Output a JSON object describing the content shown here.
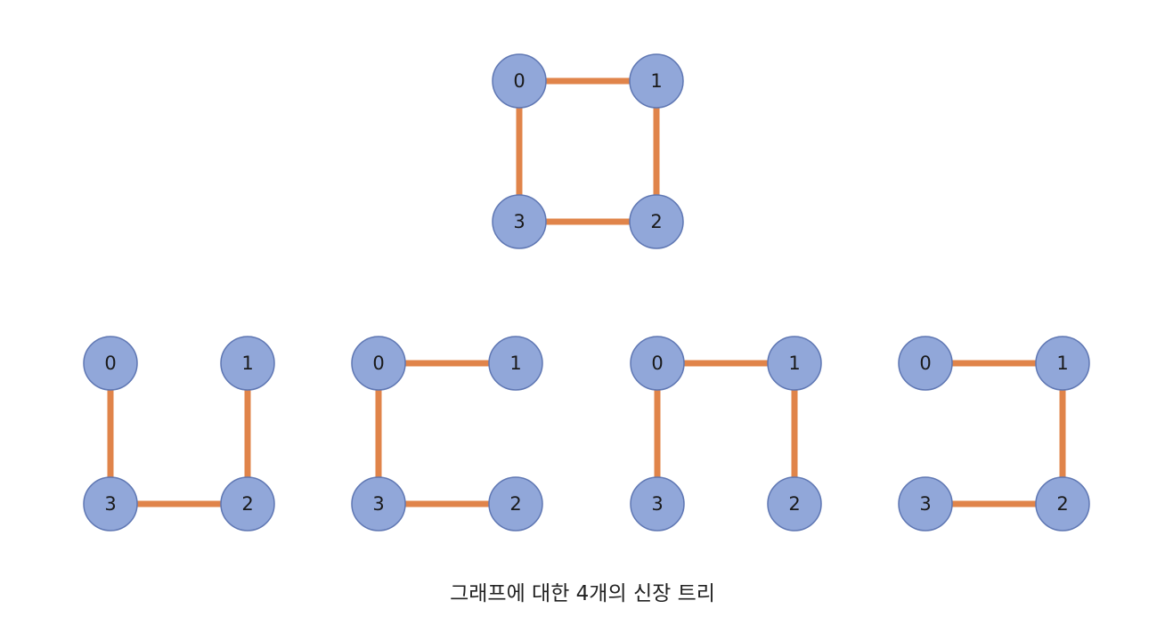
{
  "caption": "그래프에 대한 4개의 신장 트리",
  "colors": {
    "edge": "#E0844A",
    "node_fill": "#91A7D9",
    "node_stroke": "#5F77B3",
    "label": "#1a1a1a"
  },
  "graphs": [
    {
      "id": "original-graph",
      "nodes": [
        "0",
        "1",
        "2",
        "3"
      ],
      "edges": [
        [
          "0",
          "1"
        ],
        [
          "1",
          "2"
        ],
        [
          "2",
          "3"
        ],
        [
          "3",
          "0"
        ]
      ]
    },
    {
      "id": "spanning-tree-1",
      "nodes": [
        "0",
        "1",
        "2",
        "3"
      ],
      "edges": [
        [
          "0",
          "3"
        ],
        [
          "3",
          "2"
        ],
        [
          "2",
          "1"
        ]
      ]
    },
    {
      "id": "spanning-tree-2",
      "nodes": [
        "0",
        "1",
        "2",
        "3"
      ],
      "edges": [
        [
          "0",
          "1"
        ],
        [
          "0",
          "3"
        ],
        [
          "3",
          "2"
        ]
      ]
    },
    {
      "id": "spanning-tree-3",
      "nodes": [
        "0",
        "1",
        "2",
        "3"
      ],
      "edges": [
        [
          "0",
          "1"
        ],
        [
          "0",
          "3"
        ],
        [
          "1",
          "2"
        ]
      ]
    },
    {
      "id": "spanning-tree-4",
      "nodes": [
        "0",
        "1",
        "2",
        "3"
      ],
      "edges": [
        [
          "0",
          "1"
        ],
        [
          "1",
          "2"
        ],
        [
          "3",
          "2"
        ]
      ]
    }
  ]
}
